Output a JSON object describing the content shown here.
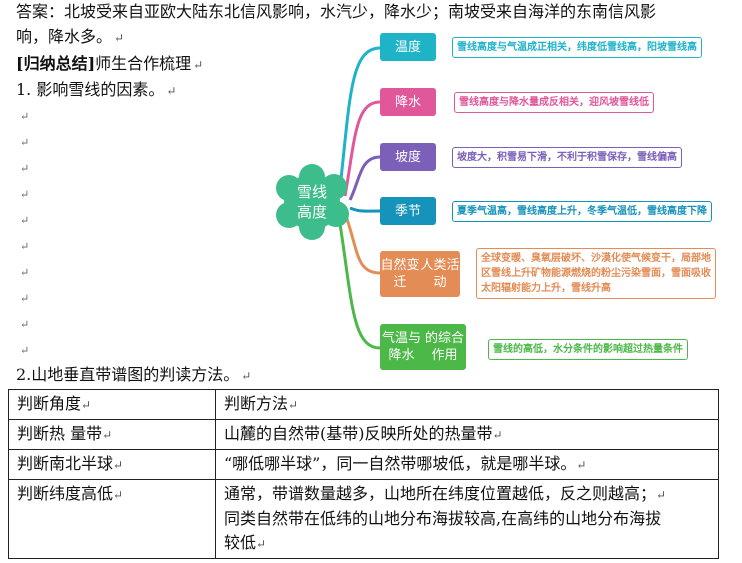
{
  "answer": {
    "line1": "答案：北坡受来自亚欧大陆东北信风影响，水汽少，降水少；南坡受来自海洋的东南信风影",
    "line2": "响，降水多。"
  },
  "summary": {
    "bracket": "[归纳总结]",
    "text": "师生合作梳理"
  },
  "item1": "1.   影响雪线的因素。",
  "paragraph_mark": "↵",
  "mindmap": {
    "center": {
      "line1": "雪线",
      "line2": "高度"
    },
    "branches": [
      {
        "label": "温度",
        "desc_lines": [
          "雪线高度与气温成正相关，纬度低雪线高，阳坡雪线高"
        ],
        "color": "#1fb3c8"
      },
      {
        "label": "降水",
        "desc_lines": [
          "雪线高度与降水量成反相关，迎风坡雪线低"
        ],
        "color": "#e0579a"
      },
      {
        "label": "坡度",
        "desc_lines": [
          "坡度大，积雪易下滑，不利于积雪保存，雪线偏高"
        ],
        "color": "#7b5fb8"
      },
      {
        "label": "季节",
        "desc_lines": [
          "夏季气温高，雪线高度上升，冬季气温低，雪线高度下降"
        ],
        "color": "#1593ba"
      },
      {
        "label": "自然变迁\n人类活动",
        "desc_lines": [
          "全球变暖、臭氧层破坏、沙漠化使气候变干，局部地",
          "区雪线上升矿物能源燃烧的粉尘污染雪面，雪面吸收",
          "太阳辐射能力上升，雪线升高"
        ],
        "color": "#e38c55"
      },
      {
        "label": "气温与降水\n的综合作用",
        "desc_lines": [
          "雪线的高低，水分条件的影响超过热量条件"
        ],
        "color": "#4cb848"
      }
    ]
  },
  "item2": "2.山地垂直带谱图的判读方法。",
  "table": {
    "header": [
      "判断角度",
      "判断方法"
    ],
    "rows": [
      {
        "aspect": "判断热  量带",
        "method": [
          "山麓的自然带(基带)反映所处的热量带"
        ]
      },
      {
        "aspect": "判断南北半球",
        "method": [
          "“哪低哪半球”，同一自然带哪坡低，就是哪半球。"
        ]
      },
      {
        "aspect": "判断纬度高低",
        "method": [
          "通常，带谱数量越多，山地所在纬度位置越低，反之则越高；",
          "同类自然带在低纬的山地分布海拔较高,在高纬的山地分布海拔",
          "较低"
        ]
      }
    ]
  }
}
